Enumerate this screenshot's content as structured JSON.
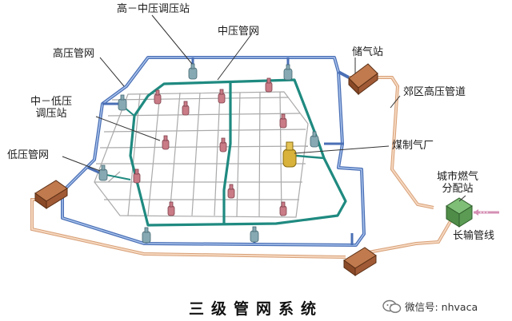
{
  "labels": {
    "high_mid_station": "高－中压调压站",
    "mid_network": "中压管网",
    "high_network": "高压管网",
    "storage": "储气站",
    "mid_low_station_line1": "中－低压",
    "mid_low_station_line2": "调压站",
    "suburban_pipeline": "郊区高压管道",
    "low_network": "低压管网",
    "coal_gas_plant": "煤制气厂",
    "gate_station_line1": "城市燃气",
    "gate_station_line2": "分配站",
    "trunk_pipeline": "长输管线"
  },
  "title": "三级管网系统",
  "watermark": "微信号: nhvaca",
  "colors": {
    "high_pressure": "#5b7fc4",
    "mid_pressure": "#2a9d8f",
    "low_pressure_grid": "#aaaaaa",
    "trunk_line": "#e9b89a",
    "low_station": "#c97b86",
    "high_station": "#86a9b3",
    "plant": "#d8b23a",
    "storage_house": "#a05a35",
    "gate_station": "#5b9b54"
  }
}
